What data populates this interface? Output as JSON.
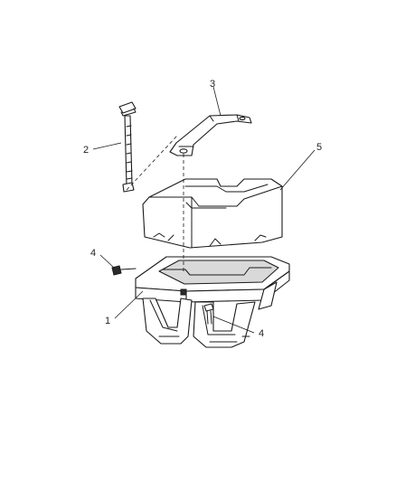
{
  "callouts": {
    "c1": "1",
    "c2": "2",
    "c3": "3",
    "c4a": "4",
    "c4b": "4",
    "c5": "5"
  }
}
